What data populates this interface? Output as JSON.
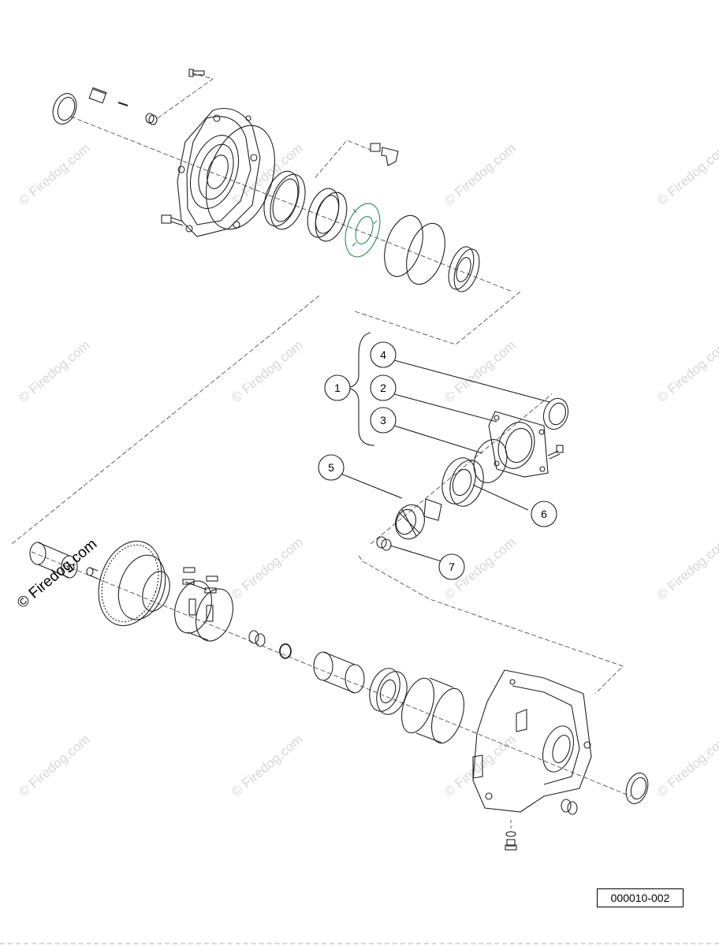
{
  "watermark": {
    "text": "© Firedog.com",
    "main_text": "© Firedog.com"
  },
  "reference_code": "000010-002",
  "callouts": [
    {
      "id": "callout-1",
      "label": "1"
    },
    {
      "id": "callout-2",
      "label": "2"
    },
    {
      "id": "callout-3",
      "label": "3"
    },
    {
      "id": "callout-4",
      "label": "4"
    },
    {
      "id": "callout-5",
      "label": "5"
    },
    {
      "id": "callout-6",
      "label": "6"
    },
    {
      "id": "callout-7",
      "label": "7"
    }
  ],
  "colors": {
    "line": "#222222",
    "highlight": "#2e8b57",
    "watermark": "#d6d6d6"
  }
}
